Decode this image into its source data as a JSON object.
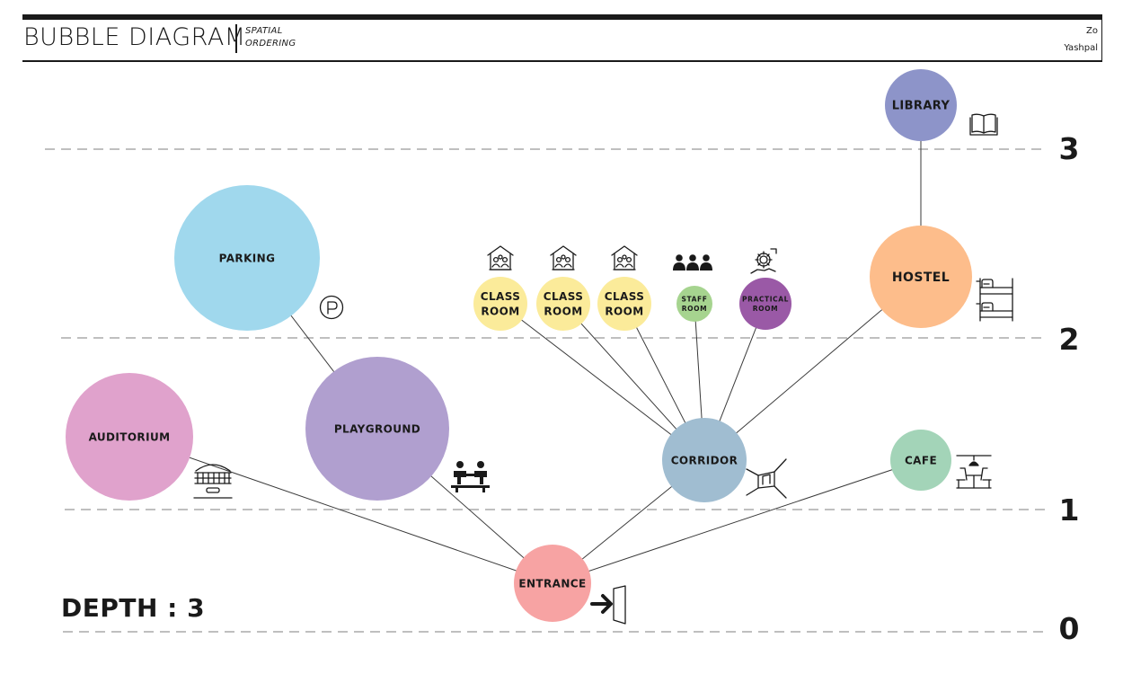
{
  "header": {
    "title": "BUBBLE DIAGRAM",
    "subtitle_line1": "SPATIAL",
    "subtitle_line2": "ORDERING",
    "author_line1": "Zo",
    "author_line2": "Yashpal"
  },
  "depth_label": "DEPTH : 3",
  "levels": [
    {
      "label": "3",
      "depth": 3
    },
    {
      "label": "2",
      "depth": 2
    },
    {
      "label": "1",
      "depth": 1
    },
    {
      "label": "0",
      "depth": 0
    }
  ],
  "nodes": [
    {
      "id": "library",
      "lines": [
        "LIBRARY"
      ],
      "color": "#8d94c9",
      "depth": 3,
      "icon": "book-icon"
    },
    {
      "id": "parking",
      "lines": [
        "PARKING"
      ],
      "color": "#a0d8ed",
      "depth": 2,
      "icon": "parking-icon"
    },
    {
      "id": "classroom-1",
      "lines": [
        "CLASS",
        "ROOM"
      ],
      "color": "#fbeb9a",
      "depth": 2,
      "icon": "classroom-icon"
    },
    {
      "id": "classroom-2",
      "lines": [
        "CLASS",
        "ROOM"
      ],
      "color": "#fbeb9a",
      "depth": 2,
      "icon": "classroom-icon"
    },
    {
      "id": "classroom-3",
      "lines": [
        "CLASS",
        "ROOM"
      ],
      "color": "#fbeb9a",
      "depth": 2,
      "icon": "classroom-icon"
    },
    {
      "id": "staff-room",
      "lines": [
        "STAFF",
        "ROOM"
      ],
      "color": "#a6d48f",
      "depth": 2,
      "icon": "people-icon"
    },
    {
      "id": "practical-room",
      "lines": [
        "PRACTICAL",
        "ROOM"
      ],
      "color": "#9a59a6",
      "depth": 2,
      "icon": "gear-hand-icon"
    },
    {
      "id": "hostel",
      "lines": [
        "HOSTEL"
      ],
      "color": "#fdbd8b",
      "depth": 2,
      "icon": "bunk-bed-icon"
    },
    {
      "id": "auditorium",
      "lines": [
        "AUDITORIUM"
      ],
      "color": "#e0a2cc",
      "depth": 1,
      "icon": "auditorium-icon"
    },
    {
      "id": "playground",
      "lines": [
        "PLAYGROUND"
      ],
      "color": "#b09fcf",
      "depth": 1,
      "icon": "sports-icon"
    },
    {
      "id": "corridor",
      "lines": [
        "CORRIDOR"
      ],
      "color": "#a0bdd1",
      "depth": 1,
      "icon": "corridor-icon"
    },
    {
      "id": "cafe",
      "lines": [
        "CAFE"
      ],
      "color": "#a3d4b8",
      "depth": 1,
      "icon": "cafe-icon"
    },
    {
      "id": "entrance",
      "lines": [
        "ENTRANCE"
      ],
      "color": "#f7a3a3",
      "depth": 0,
      "icon": "entrance-arrow-icon"
    }
  ],
  "edges": [
    [
      "entrance",
      "auditorium"
    ],
    [
      "entrance",
      "playground"
    ],
    [
      "entrance",
      "corridor"
    ],
    [
      "entrance",
      "cafe"
    ],
    [
      "playground",
      "parking"
    ],
    [
      "corridor",
      "classroom-1"
    ],
    [
      "corridor",
      "classroom-2"
    ],
    [
      "corridor",
      "classroom-3"
    ],
    [
      "corridor",
      "staff-room"
    ],
    [
      "corridor",
      "practical-room"
    ],
    [
      "corridor",
      "hostel"
    ],
    [
      "hostel",
      "library"
    ]
  ]
}
